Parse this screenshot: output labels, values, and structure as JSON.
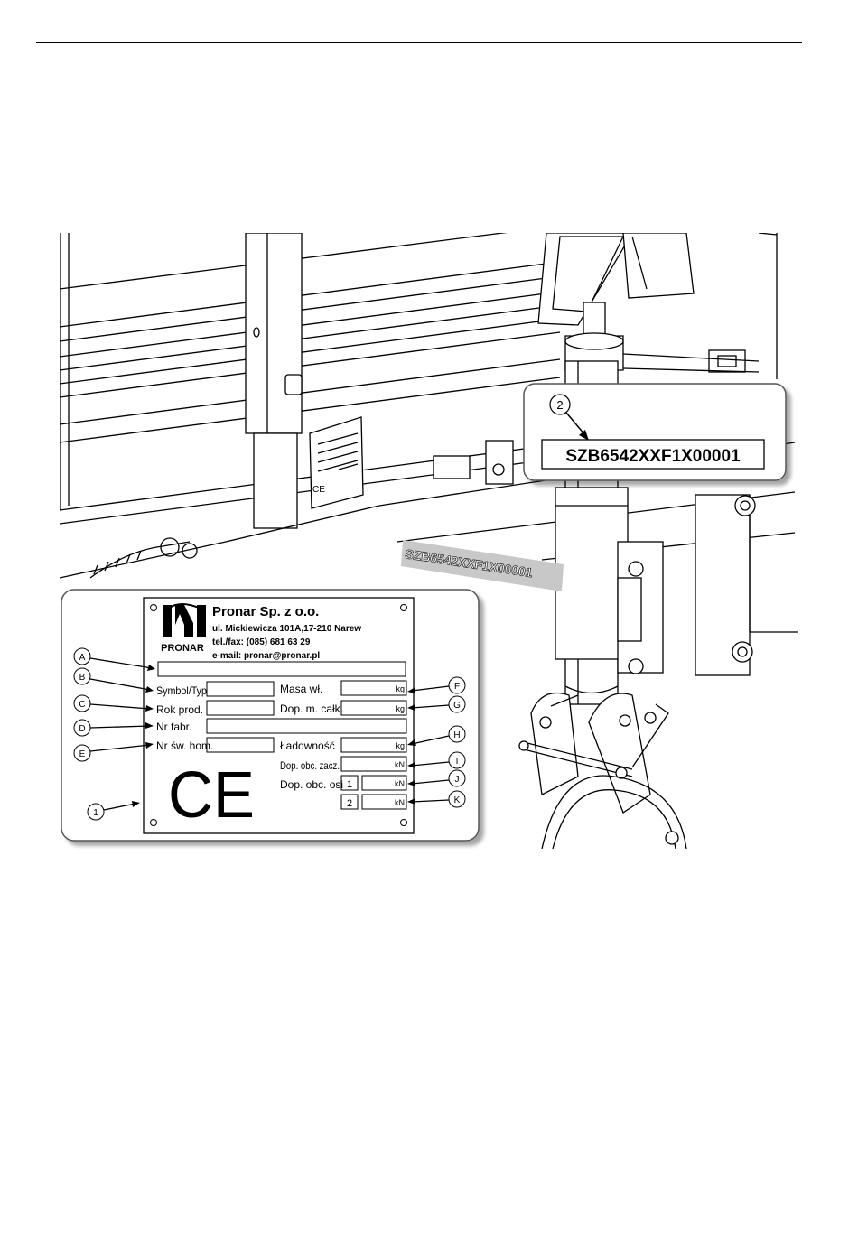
{
  "document": {
    "header_rule": true
  },
  "plate": {
    "company": "Pronar Sp. z o.o.",
    "address": "ul. Mickiewicza 101A,17-210 Narew",
    "phone": "tel./fax: (085) 681 63 29",
    "email": "e-mail: pronar@pronar.pl",
    "logo_text": "PRONAR",
    "fields": {
      "symbol": "Symbol/Typ",
      "rok": "Rok prod.",
      "nrfabr": "Nr fabr.",
      "nrsw": "Nr św. hom.",
      "masa": "Masa wł.",
      "dopm": "Dop. m. całk.",
      "ladownosc": "Ładowność",
      "zacz": "Dop. obc. zacz.",
      "osi": "Dop. obc. osi"
    },
    "units": {
      "kg1": "kg",
      "kg2": "kg",
      "kg3": "kg",
      "kn1": "kN",
      "kn2": "kN",
      "kn3": "kN"
    },
    "axle_1": "1",
    "axle_2": "2",
    "ce_mark": "CE"
  },
  "callouts": {
    "A": "A",
    "B": "B",
    "C": "C",
    "D": "D",
    "E": "E",
    "F": "F",
    "G": "G",
    "H": "H",
    "I": "I",
    "J": "J",
    "K": "K",
    "one": "1",
    "two": "2"
  },
  "vin": {
    "zoom_text": "SZB6542XXF1X00001",
    "frame_text": "SZB6542XXF1X00001"
  }
}
